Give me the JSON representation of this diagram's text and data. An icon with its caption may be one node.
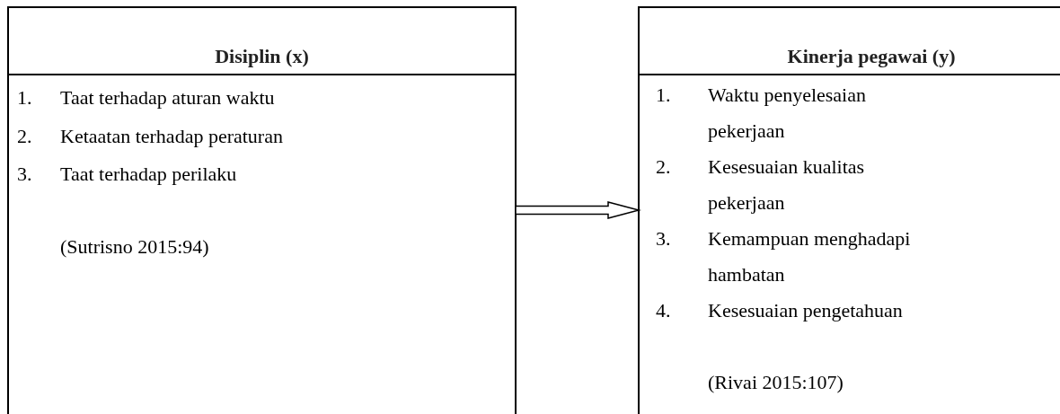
{
  "diagram": {
    "nodes": [
      {
        "text": [
          "Disiplin (x)",
          "1.",
          "Taat terhadap aturan waktu",
          "2.",
          "Ketaatan terhadap peraturan",
          "3.",
          "Taat terhadap perilaku",
          "(Sutrisno 2015:94)"
        ]
      },
      {
        "text": [
          "Kinerja pegawai (y)",
          "1.",
          "Waktu penyelesaian pekerjaan",
          "2.",
          "Kesesuaian kualitas pekerjaan",
          "3.",
          "Kemampuan menghadapi hambatan",
          "4.",
          "Kesesuaian pengetahuan",
          "(Rivai 2015:107)"
        ]
      }
    ],
    "edges": [
      {
        "from": 0,
        "to": 1,
        "arrow": "to"
      }
    ]
  }
}
